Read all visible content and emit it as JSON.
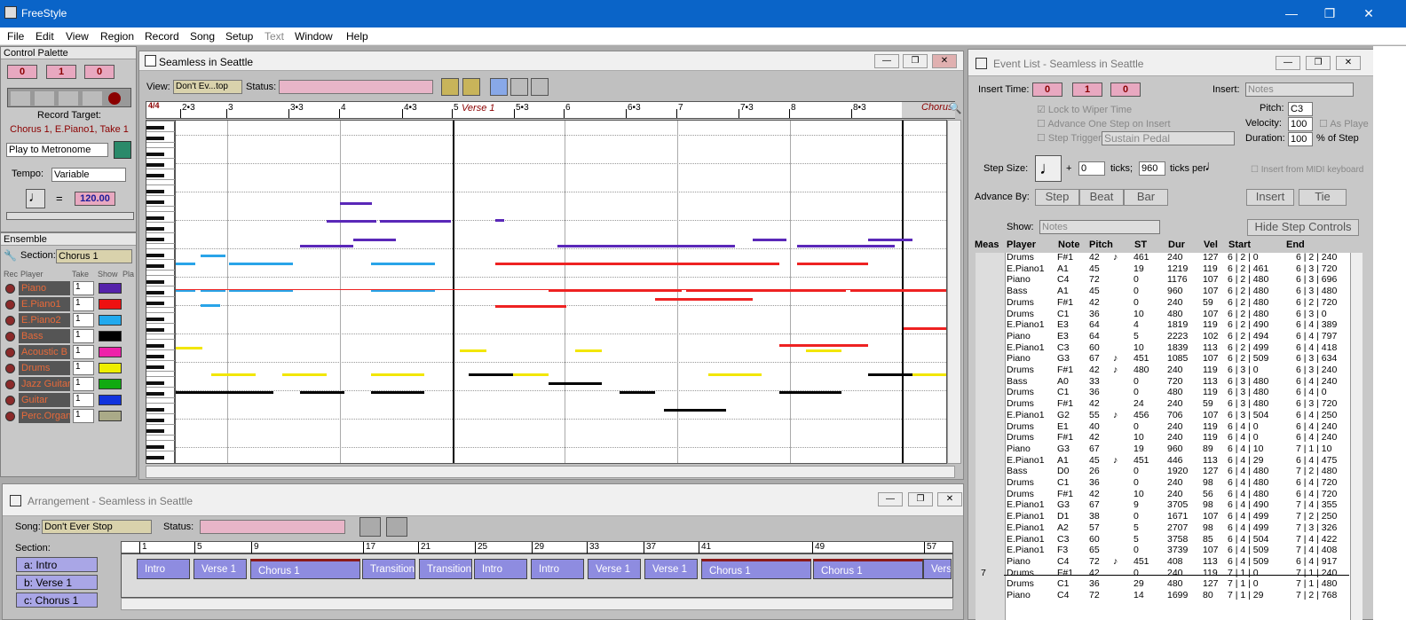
{
  "window": {
    "title": "FreeStyle",
    "minimize": "—",
    "maximize": "❐",
    "close": "✕"
  },
  "menu": [
    "File",
    "Edit",
    "View",
    "Region",
    "Record",
    "Song",
    "Setup",
    "Text",
    "Window",
    "Help"
  ],
  "control_palette": {
    "title": "Control Palette",
    "counter": [
      "0",
      "1",
      "0"
    ],
    "record_target_label": "Record Target:",
    "record_target_value": "Chorus 1, E.Piano1, Take 1",
    "metronome": "Play to Metronome",
    "tempo_label": "Tempo:",
    "tempo_mode": "Variable",
    "equals": "=",
    "tempo_value": "120.00"
  },
  "ensemble": {
    "title": "Ensemble",
    "section_label": "Section:",
    "section_value": "Chorus 1",
    "headers": [
      "Rec",
      "Player",
      "Take",
      "Show",
      "Pla"
    ],
    "players": [
      {
        "name": "Piano",
        "take": "1",
        "color": "#5522aa"
      },
      {
        "name": "E.Piano1",
        "take": "1",
        "color": "#ee1111"
      },
      {
        "name": "E.Piano2",
        "take": "1",
        "color": "#22aaee"
      },
      {
        "name": "Bass",
        "take": "1",
        "color": "#000000"
      },
      {
        "name": "Acoustic B",
        "take": "1",
        "color": "#ee22aa"
      },
      {
        "name": "Drums",
        "take": "1",
        "color": "#eeee00"
      },
      {
        "name": "Jazz Guitar",
        "take": "1",
        "color": "#11aa11"
      },
      {
        "name": "Guitar",
        "take": "1",
        "color": "#1133dd"
      },
      {
        "name": "Perc.Organ",
        "take": "1",
        "color": "#aaaa88"
      }
    ]
  },
  "notation": {
    "title": "Seamless in Seattle",
    "view_label": "View:",
    "view_value": "Don't Ev...top",
    "status_label": "Status:",
    "time_sig": "4/4",
    "ruler": [
      "2•3",
      "3",
      "3•3",
      "4",
      "4•3",
      "5",
      "5•3",
      "6",
      "6•3",
      "7",
      "7•3",
      "8",
      "8•3"
    ],
    "markers": [
      "Verse 1",
      "Chorus"
    ]
  },
  "event_list": {
    "title": "Event List - Seamless in Seattle",
    "insert_time_label": "Insert Time:",
    "insert_time": [
      "0",
      "1",
      "0"
    ],
    "insert_label": "Insert:",
    "insert_value": "Notes",
    "lock_wiper": "Lock to Wiper Time",
    "advance_one": "Advance One Step on Insert",
    "step_trigger": "Step Trigger",
    "step_trigger_value": "Sustain Pedal",
    "pitch_label": "Pitch:",
    "pitch_value": "C3",
    "velocity_label": "Velocity:",
    "velocity_value": "100",
    "as_played": "As Playe",
    "duration_label": "Duration:",
    "duration_value": "100",
    "pct_step": "% of Step",
    "step_size_label": "Step Size:",
    "plus": "+",
    "ticks_value": "0",
    "ticks_label": "ticks;",
    "ticks_per_value": "960",
    "ticks_per_label": "ticks per",
    "insert_from_midi": "Insert from MIDI keyboard",
    "advance_by_label": "Advance By:",
    "advance_buttons": [
      "Step",
      "Beat",
      "Bar"
    ],
    "insert_btn": "Insert",
    "tie_btn": "Tie",
    "show_label": "Show:",
    "show_value": "Notes",
    "hide_step": "Hide Step Controls",
    "headers": [
      "Meas",
      "Player",
      "Note",
      "Pitch",
      "ST",
      "Dur",
      "Vel",
      "Start",
      "End"
    ],
    "rows": [
      {
        "m": "",
        "player": "Drums",
        "note": "F#1",
        "pitch": "42",
        "sym": "♪",
        "st": "461",
        "dur": "240",
        "vel": "127",
        "start": "6 | 2 | 0",
        "end": "6 | 2 | 240"
      },
      {
        "m": "",
        "player": "E.Piano1",
        "note": "A1",
        "pitch": "45",
        "sym": "",
        "st": "19",
        "dur": "1219",
        "vel": "119",
        "start": "6 | 2 | 461",
        "end": "6 | 3 | 720"
      },
      {
        "m": "",
        "player": "Piano",
        "note": "C4",
        "pitch": "72",
        "sym": "",
        "st": "0",
        "dur": "1176",
        "vel": "107",
        "start": "6 | 2 | 480",
        "end": "6 | 3 | 696"
      },
      {
        "m": "",
        "player": "Bass",
        "note": "A1",
        "pitch": "45",
        "sym": "",
        "st": "0",
        "dur": "960",
        "vel": "107",
        "start": "6 | 2 | 480",
        "end": "6 | 3 | 480"
      },
      {
        "m": "",
        "player": "Drums",
        "note": "F#1",
        "pitch": "42",
        "sym": "",
        "st": "0",
        "dur": "240",
        "vel": "59",
        "start": "6 | 2 | 480",
        "end": "6 | 2 | 720"
      },
      {
        "m": "",
        "player": "Drums",
        "note": "C1",
        "pitch": "36",
        "sym": "",
        "st": "10",
        "dur": "480",
        "vel": "107",
        "start": "6 | 2 | 480",
        "end": "6 | 3 | 0"
      },
      {
        "m": "",
        "player": "E.Piano1",
        "note": "E3",
        "pitch": "64",
        "sym": "",
        "st": "4",
        "dur": "1819",
        "vel": "119",
        "start": "6 | 2 | 490",
        "end": "6 | 4 | 389"
      },
      {
        "m": "",
        "player": "Piano",
        "note": "E3",
        "pitch": "64",
        "sym": "",
        "st": "5",
        "dur": "2223",
        "vel": "102",
        "start": "6 | 2 | 494",
        "end": "6 | 4 | 797"
      },
      {
        "m": "",
        "player": "E.Piano1",
        "note": "C3",
        "pitch": "60",
        "sym": "",
        "st": "10",
        "dur": "1839",
        "vel": "113",
        "start": "6 | 2 | 499",
        "end": "6 | 4 | 418"
      },
      {
        "m": "",
        "player": "Piano",
        "note": "G3",
        "pitch": "67",
        "sym": "♪",
        "st": "451",
        "dur": "1085",
        "vel": "107",
        "start": "6 | 2 | 509",
        "end": "6 | 3 | 634"
      },
      {
        "m": "",
        "player": "Drums",
        "note": "F#1",
        "pitch": "42",
        "sym": "♪",
        "st": "480",
        "dur": "240",
        "vel": "119",
        "start": "6 | 3 | 0",
        "end": "6 | 3 | 240"
      },
      {
        "m": "",
        "player": "Bass",
        "note": "A0",
        "pitch": "33",
        "sym": "",
        "st": "0",
        "dur": "720",
        "vel": "113",
        "start": "6 | 3 | 480",
        "end": "6 | 4 | 240"
      },
      {
        "m": "",
        "player": "Drums",
        "note": "C1",
        "pitch": "36",
        "sym": "",
        "st": "0",
        "dur": "480",
        "vel": "119",
        "start": "6 | 3 | 480",
        "end": "6 | 4 | 0"
      },
      {
        "m": "",
        "player": "Drums",
        "note": "F#1",
        "pitch": "42",
        "sym": "",
        "st": "24",
        "dur": "240",
        "vel": "59",
        "start": "6 | 3 | 480",
        "end": "6 | 3 | 720"
      },
      {
        "m": "",
        "player": "E.Piano1",
        "note": "G2",
        "pitch": "55",
        "sym": "♪",
        "st": "456",
        "dur": "706",
        "vel": "107",
        "start": "6 | 3 | 504",
        "end": "6 | 4 | 250"
      },
      {
        "m": "",
        "player": "Drums",
        "note": "E1",
        "pitch": "40",
        "sym": "",
        "st": "0",
        "dur": "240",
        "vel": "119",
        "start": "6 | 4 | 0",
        "end": "6 | 4 | 240"
      },
      {
        "m": "",
        "player": "Drums",
        "note": "F#1",
        "pitch": "42",
        "sym": "",
        "st": "10",
        "dur": "240",
        "vel": "119",
        "start": "6 | 4 | 0",
        "end": "6 | 4 | 240"
      },
      {
        "m": "",
        "player": "Piano",
        "note": "G3",
        "pitch": "67",
        "sym": "",
        "st": "19",
        "dur": "960",
        "vel": "89",
        "start": "6 | 4 | 10",
        "end": "7 | 1 | 10"
      },
      {
        "m": "",
        "player": "E.Piano1",
        "note": "A1",
        "pitch": "45",
        "sym": "♪",
        "st": "451",
        "dur": "446",
        "vel": "113",
        "start": "6 | 4 | 29",
        "end": "6 | 4 | 475"
      },
      {
        "m": "",
        "player": "Bass",
        "note": "D0",
        "pitch": "26",
        "sym": "",
        "st": "0",
        "dur": "1920",
        "vel": "127",
        "start": "6 | 4 | 480",
        "end": "7 | 2 | 480"
      },
      {
        "m": "",
        "player": "Drums",
        "note": "C1",
        "pitch": "36",
        "sym": "",
        "st": "0",
        "dur": "240",
        "vel": "98",
        "start": "6 | 4 | 480",
        "end": "6 | 4 | 720"
      },
      {
        "m": "",
        "player": "Drums",
        "note": "F#1",
        "pitch": "42",
        "sym": "",
        "st": "10",
        "dur": "240",
        "vel": "56",
        "start": "6 | 4 | 480",
        "end": "6 | 4 | 720"
      },
      {
        "m": "",
        "player": "E.Piano1",
        "note": "G3",
        "pitch": "67",
        "sym": "",
        "st": "9",
        "dur": "3705",
        "vel": "98",
        "start": "6 | 4 | 490",
        "end": "7 | 4 | 355"
      },
      {
        "m": "",
        "player": "E.Piano1",
        "note": "D1",
        "pitch": "38",
        "sym": "",
        "st": "0",
        "dur": "1671",
        "vel": "107",
        "start": "6 | 4 | 499",
        "end": "7 | 2 | 250"
      },
      {
        "m": "",
        "player": "E.Piano1",
        "note": "A2",
        "pitch": "57",
        "sym": "",
        "st": "5",
        "dur": "2707",
        "vel": "98",
        "start": "6 | 4 | 499",
        "end": "7 | 3 | 326"
      },
      {
        "m": "",
        "player": "E.Piano1",
        "note": "C3",
        "pitch": "60",
        "sym": "",
        "st": "5",
        "dur": "3758",
        "vel": "85",
        "start": "6 | 4 | 504",
        "end": "7 | 4 | 422"
      },
      {
        "m": "",
        "player": "E.Piano1",
        "note": "F3",
        "pitch": "65",
        "sym": "",
        "st": "0",
        "dur": "3739",
        "vel": "107",
        "start": "6 | 4 | 509",
        "end": "7 | 4 | 408"
      },
      {
        "m": "",
        "player": "Piano",
        "note": "C4",
        "pitch": "72",
        "sym": "♪",
        "st": "451",
        "dur": "408",
        "vel": "113",
        "start": "6 | 4 | 509",
        "end": "6 | 4 | 917"
      },
      {
        "m": "7",
        "player": "Drums",
        "note": "F#1",
        "pitch": "42",
        "sym": "",
        "st": "0",
        "dur": "240",
        "vel": "119",
        "start": "7 | 1 | 0",
        "end": "7 | 1 | 240"
      },
      {
        "m": "",
        "player": "Drums",
        "note": "C1",
        "pitch": "36",
        "sym": "",
        "st": "29",
        "dur": "480",
        "vel": "127",
        "start": "7 | 1 | 0",
        "end": "7 | 1 | 480"
      },
      {
        "m": "",
        "player": "Piano",
        "note": "C4",
        "pitch": "72",
        "sym": "",
        "st": "14",
        "dur": "1699",
        "vel": "80",
        "start": "7 | 1 | 29",
        "end": "7 | 2 | 768"
      }
    ]
  },
  "arrangement": {
    "title": "Arrangement - Seamless in Seattle",
    "song_label": "Song:",
    "song_value": "Don't Ever Stop",
    "status_label": "Status:",
    "section_label": "Section:",
    "sections": [
      "a: Intro",
      "b: Verse 1",
      "c: Chorus 1"
    ],
    "ruler": [
      "1",
      "5",
      "9",
      "17",
      "21",
      "25",
      "29",
      "33",
      "37",
      "41",
      "49",
      "57"
    ],
    "blocks": [
      "Intro",
      "Verse 1",
      "Chorus 1",
      "Transition",
      "Transition",
      "Intro",
      "Intro",
      "Verse 1",
      "Verse 1",
      "Chorus 1",
      "Chorus 1",
      "Vers"
    ]
  }
}
